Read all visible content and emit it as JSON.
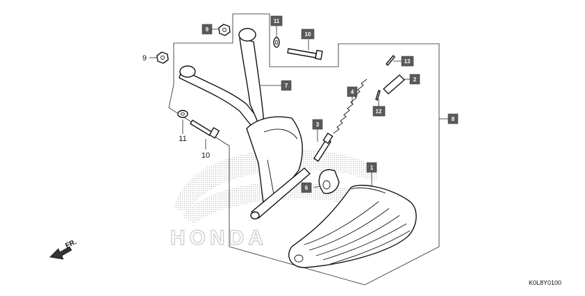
{
  "diagram": {
    "callouts": [
      {
        "id": "callout-1",
        "label": "1",
        "style": "box"
      },
      {
        "id": "callout-2",
        "label": "2",
        "style": "box"
      },
      {
        "id": "callout-3",
        "label": "3",
        "style": "box"
      },
      {
        "id": "callout-4",
        "label": "4",
        "style": "box"
      },
      {
        "id": "callout-6",
        "label": "6",
        "style": "box"
      },
      {
        "id": "callout-7",
        "label": "7",
        "style": "box"
      },
      {
        "id": "callout-8",
        "label": "8",
        "style": "box"
      },
      {
        "id": "callout-9-box",
        "label": "9",
        "style": "box"
      },
      {
        "id": "callout-10-box",
        "label": "10",
        "style": "box"
      },
      {
        "id": "callout-11-box",
        "label": "11",
        "style": "box"
      },
      {
        "id": "callout-12",
        "label": "12",
        "style": "box"
      },
      {
        "id": "callout-13",
        "label": "13",
        "style": "box"
      },
      {
        "id": "callout-9-plain",
        "label": "9",
        "style": "plain"
      },
      {
        "id": "callout-10-plain",
        "label": "10",
        "style": "plain"
      },
      {
        "id": "callout-11-plain",
        "label": "11",
        "style": "plain"
      }
    ],
    "direction_label": "FR.",
    "watermark_text": "HONDA",
    "diagram_code": "K0L8Y0100"
  }
}
